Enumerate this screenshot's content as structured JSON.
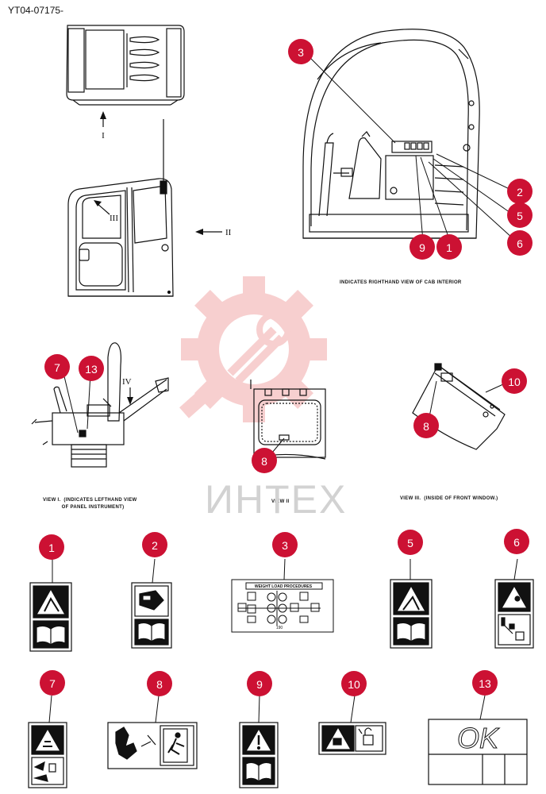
{
  "doc_code": "YT04-07175-",
  "watermark": "ИНТЕХ",
  "view_markers": {
    "i": "I",
    "ii": "II",
    "iii": "III",
    "iv": "IV"
  },
  "captions": {
    "cab_interior": "INDICATES RIGHTHAND VIEW OF CAB INTERIOR",
    "view_i": "VIEW I.  (INDICATES LEFTHAND VIEW\n            OF PANEL INSTRUMENT)",
    "view_ii": "VIEW II",
    "view_iii": "VIEW III.  (INSIDE OF FRONT WINDOW.)"
  },
  "label3_text": {
    "header": "WEIGHT LOAD PROCEDURES",
    "number": "190"
  },
  "label13_text": "OK",
  "callouts": [
    "1",
    "2",
    "3",
    "5",
    "6",
    "7",
    "8",
    "9",
    "10",
    "13"
  ],
  "colors": {
    "callout": "#cc1133",
    "watermark": "#f6c4c4",
    "line": "#111111"
  }
}
